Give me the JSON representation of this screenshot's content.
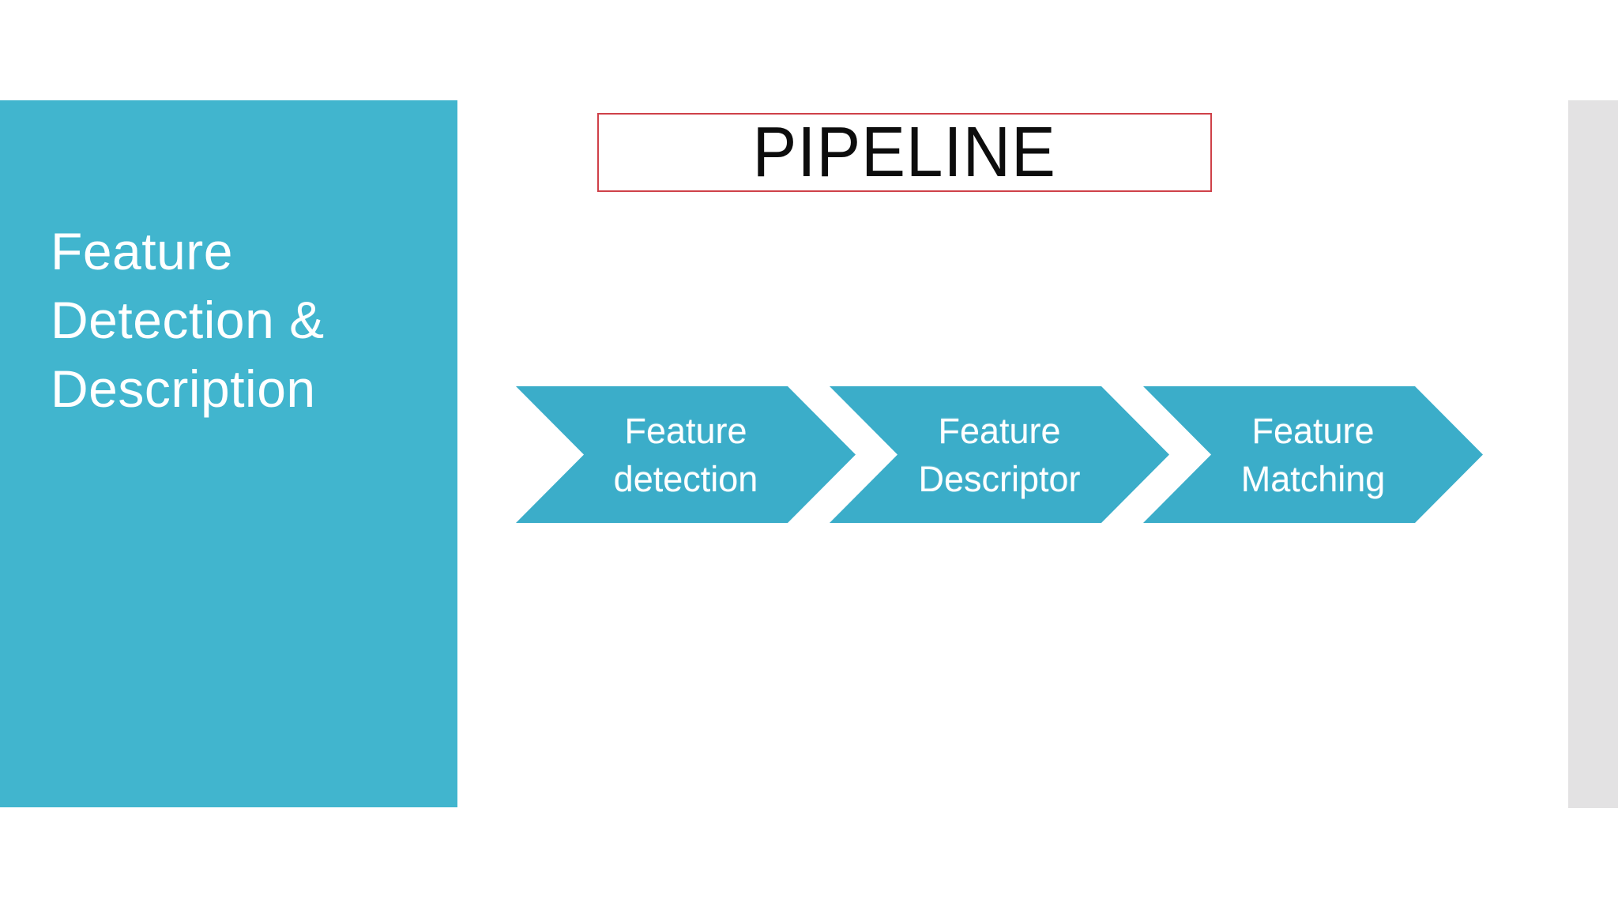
{
  "slide": {
    "sidebar": {
      "title_lines": [
        "Feature",
        "Detection &",
        "Description"
      ],
      "bg_color": "#41b5ce",
      "text_color": "#ffffff"
    },
    "header": {
      "title": "PIPELINE",
      "border_color": "#cf4149",
      "text_color": "#0d0d0d"
    },
    "pipeline": {
      "steps": [
        {
          "lines": [
            "Feature",
            "detection"
          ]
        },
        {
          "lines": [
            "Feature",
            "Descriptor"
          ]
        },
        {
          "lines": [
            "Feature",
            "Matching"
          ]
        }
      ],
      "arrow_color": "#3badc9",
      "text_color": "#ffffff"
    },
    "right_strip_color": "#e3e2e3",
    "background_color": "#ffffff"
  }
}
